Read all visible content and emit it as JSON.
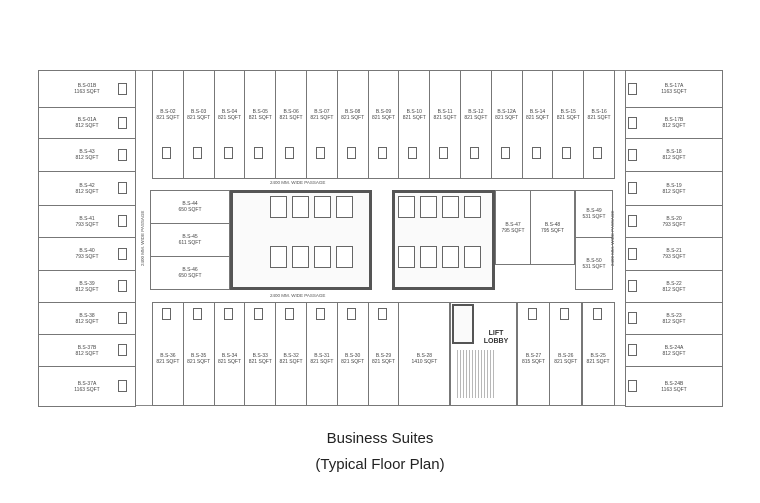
{
  "units": {
    "top": [
      {
        "id": "B.S-02",
        "area": "821 SQFT"
      },
      {
        "id": "B.S-03",
        "area": "821 SQFT"
      },
      {
        "id": "B.S-04",
        "area": "821 SQFT"
      },
      {
        "id": "B.S-05",
        "area": "821 SQFT"
      },
      {
        "id": "B.S-06",
        "area": "821 SQFT"
      },
      {
        "id": "B.S-07",
        "area": "821 SQFT"
      },
      {
        "id": "B.S-08",
        "area": "821 SQFT"
      },
      {
        "id": "B.S-09",
        "area": "821 SQFT"
      },
      {
        "id": "B.S-10",
        "area": "821 SQFT"
      },
      {
        "id": "B.S-11",
        "area": "821 SQFT"
      },
      {
        "id": "B.S-12",
        "area": "821 SQFT"
      },
      {
        "id": "B.S-12A",
        "area": "821 SQFT"
      },
      {
        "id": "B.S-14",
        "area": "821 SQFT"
      },
      {
        "id": "B.S-15",
        "area": "821 SQFT"
      },
      {
        "id": "B.S-16",
        "area": "821 SQFT"
      }
    ],
    "bottom": [
      {
        "id": "B.S-36",
        "area": "821 SQFT"
      },
      {
        "id": "B.S-35",
        "area": "821 SQFT"
      },
      {
        "id": "B.S-34",
        "area": "821 SQFT"
      },
      {
        "id": "B.S-33",
        "area": "821 SQFT"
      },
      {
        "id": "B.S-32",
        "area": "821 SQFT"
      },
      {
        "id": "B.S-31",
        "area": "821 SQFT"
      },
      {
        "id": "B.S-30",
        "area": "821 SQFT"
      },
      {
        "id": "B.S-29",
        "area": "821 SQFT"
      },
      {
        "id": "B.S-28",
        "area": "1410 SQFT"
      }
    ],
    "bottom_right": [
      {
        "id": "B.S-27",
        "area": "815 SQFT"
      },
      {
        "id": "B.S-26",
        "area": "821 SQFT"
      },
      {
        "id": "B.S-25",
        "area": "821 SQFT"
      }
    ],
    "left": [
      {
        "id": "B.S-01B",
        "area": "1163 SQFT"
      },
      {
        "id": "B.S-01A",
        "area": "812 SQFT"
      },
      {
        "id": "B.S-43",
        "area": "812 SQFT"
      },
      {
        "id": "B.S-42",
        "area": "812 SQFT"
      },
      {
        "id": "B.S-41",
        "area": "793 SQFT"
      },
      {
        "id": "B.S-40",
        "area": "793 SQFT"
      },
      {
        "id": "B.S-39",
        "area": "812 SQFT"
      },
      {
        "id": "B.S-38",
        "area": "812 SQFT"
      },
      {
        "id": "B.S-37B",
        "area": "812 SQFT"
      },
      {
        "id": "B.S-37A",
        "area": "1163 SQFT"
      }
    ],
    "right": [
      {
        "id": "B.S-17A",
        "area": "1163 SQFT"
      },
      {
        "id": "B.S-17B",
        "area": "812 SQFT"
      },
      {
        "id": "B.S-18",
        "area": "812 SQFT"
      },
      {
        "id": "B.S-19",
        "area": "812 SQFT"
      },
      {
        "id": "B.S-20",
        "area": "793 SQFT"
      },
      {
        "id": "B.S-21",
        "area": "793 SQFT"
      },
      {
        "id": "B.S-22",
        "area": "812 SQFT"
      },
      {
        "id": "B.S-23",
        "area": "812 SQFT"
      },
      {
        "id": "B.S-24A",
        "area": "812 SQFT"
      },
      {
        "id": "B.S-24B",
        "area": "1163 SQFT"
      }
    ],
    "middle": [
      {
        "id": "B.S-44",
        "area": "650 SQFT"
      },
      {
        "id": "B.S-45",
        "area": "611 SQFT"
      },
      {
        "id": "B.S-46",
        "area": "650 SQFT"
      },
      {
        "id": "B.S-47",
        "area": "795 SQFT"
      },
      {
        "id": "B.S-48",
        "area": "795 SQFT"
      },
      {
        "id": "B.S-49",
        "area": "531 SQFT"
      },
      {
        "id": "B.S-50",
        "area": "531 SQFT"
      }
    ]
  },
  "passages": {
    "top": "2400 MM. WIDE PASSAGE",
    "bottom": "2400 MM. WIDE PASSAGE",
    "left": "2400 MM. WIDE PASSAGE",
    "right": "2400 MM. WIDE PASSAGE"
  },
  "lift_lobby": "LIFT LOBBY",
  "caption": {
    "title": "Business Suites",
    "subtitle": "(Typical Floor Plan)"
  }
}
